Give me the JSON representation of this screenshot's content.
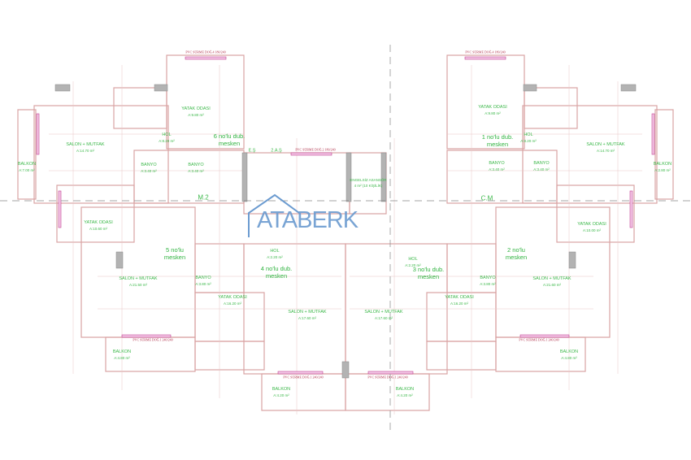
{
  "watermark": "ATABERK",
  "units": [
    {
      "id": "u6",
      "name": "6 no'lu dub.",
      "sub": "mesken"
    },
    {
      "id": "u1",
      "name": "1 no'lu dub.",
      "sub": "mesken"
    },
    {
      "id": "u5",
      "name": "5 no'lu",
      "sub": "mesken"
    },
    {
      "id": "u2",
      "name": "2 no'lu",
      "sub": "mesken"
    },
    {
      "id": "u4",
      "name": "4 no'lu dub.",
      "sub": "mesken"
    },
    {
      "id": "u3",
      "name": "3 no'lu dub.",
      "sub": "mesken"
    }
  ],
  "rooms": [
    {
      "name": "YATAK ODASI",
      "area": "A:9.80 m²"
    },
    {
      "name": "HOL",
      "area": "A:8.20 m²"
    },
    {
      "name": "SALON + MUTFAK",
      "area": "A:14.70 m²"
    },
    {
      "name": "BALKON",
      "area": "A:7.00 m²"
    },
    {
      "name": "BANYO",
      "area": "A:3.40 m²"
    },
    {
      "name": "BANYO",
      "area": "A:3.40 m²"
    },
    {
      "name": "M.2",
      "area": ""
    },
    {
      "name": "YATAK ODASI",
      "area": "A:9.80 m²"
    },
    {
      "name": "HOL",
      "area": "A:8.20 m²"
    },
    {
      "name": "SALON + MUTFAK",
      "area": "A:14.70 m²"
    },
    {
      "name": "BALKON",
      "area": "A:2.80 m²"
    },
    {
      "name": "BANYO",
      "area": "A:3.40 m²"
    },
    {
      "name": "BANYO",
      "area": "A:3.40 m²"
    },
    {
      "name": "C.M",
      "area": ""
    },
    {
      "name": "E.Ş",
      "area": ""
    },
    {
      "name": "2.A.Ş",
      "area": ""
    },
    {
      "name": "ENGELSİZ ASANSÖR",
      "area": "4 m² (10 KİŞİLİK)"
    },
    {
      "name": "HOL",
      "area": "A:2.20 m²"
    },
    {
      "name": "HOL",
      "area": "A:2.20 m²"
    },
    {
      "name": "YATAK ODASI",
      "area": "A:10.60 m²"
    },
    {
      "name": "SALON + MUTFAK",
      "area": "A:21.50 m²"
    },
    {
      "name": "BANYO",
      "area": "A:3.80 m²"
    },
    {
      "name": "YATAK ODASI",
      "area": "A:16.20 m²"
    },
    {
      "name": "BALKON",
      "area": "A:4.80 m²"
    },
    {
      "name": "YATAK ODASI",
      "area": "A:10.00 m²"
    },
    {
      "name": "SALON + MUTFAK",
      "area": "A:21.60 m²"
    },
    {
      "name": "BANYO",
      "area": "A:3.80 m²"
    },
    {
      "name": "YATAK ODASI",
      "area": "A:16.20 m²"
    },
    {
      "name": "BALKON",
      "area": "A:4.80 m²"
    },
    {
      "name": "SALON + MUTFAK",
      "area": "A:17.60 m²"
    },
    {
      "name": "SALON + MUTFAK",
      "area": "A:17.60 m²"
    },
    {
      "name": "BALKON",
      "area": "A:4.20 m²"
    },
    {
      "name": "BALKON",
      "area": "A:4.20 m²"
    }
  ],
  "windows": {
    "w4": "PVC SÜRME DOĞ.4  180/240",
    "w2": "PVC SÜRME DOĞ.2  180/240",
    "w1": "PVC SÜRME DOĞ.1  240/240"
  },
  "colors": {
    "wall": "#d9a3a3",
    "label": "#3cb84a",
    "watermark": "#6b9bd0",
    "axis": "#c06a8a"
  }
}
